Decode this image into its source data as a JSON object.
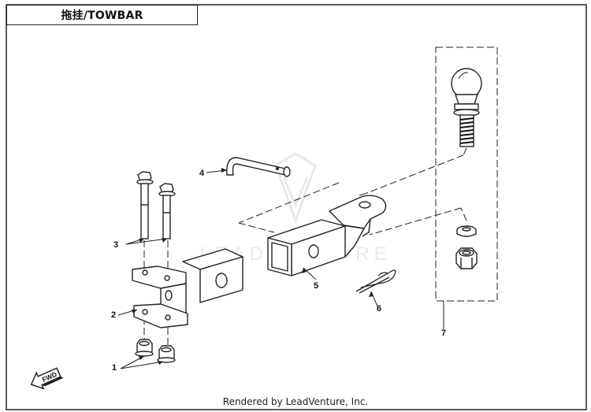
{
  "diagram": {
    "title": "拖挂/TOWBAR",
    "footer": "Rendered by LeadVenture, Inc.",
    "watermark": "LEADVENTURE",
    "fwd_label": "FWD",
    "callouts": [
      "1",
      "2",
      "3",
      "4",
      "5",
      "6",
      "7"
    ]
  }
}
